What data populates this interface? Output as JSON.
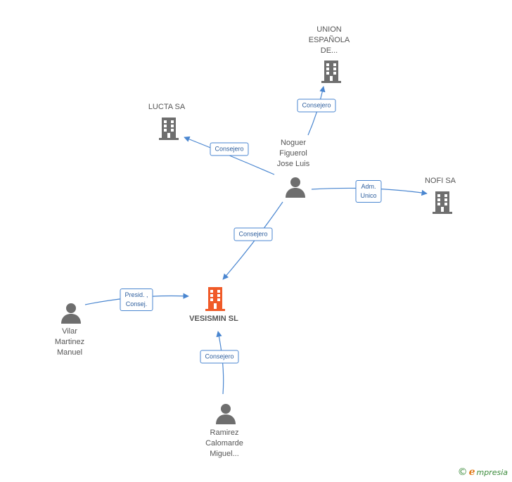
{
  "colors": {
    "edge": "#4a86d0",
    "entity_gray": "#6e6e6e",
    "entity_main": "#f05a28",
    "person": "#6e6e6e"
  },
  "nodes": {
    "vesismin": {
      "label": "VESISMIN SL",
      "icon": "building-icon"
    },
    "union": {
      "lines": [
        "UNION",
        "ESPAÑOLA",
        "DE..."
      ],
      "icon": "building-icon"
    },
    "lucta": {
      "lines": [
        "LUCTA SA"
      ],
      "icon": "building-icon"
    },
    "nofi": {
      "lines": [
        "NOFI SA"
      ],
      "icon": "building-icon"
    },
    "noguer": {
      "lines": [
        "Noguer",
        "Figuerol",
        "Jose Luis"
      ],
      "icon": "person-icon"
    },
    "vilar": {
      "lines": [
        "Vilar",
        "Martinez",
        "Manuel"
      ],
      "icon": "person-icon"
    },
    "ramirez": {
      "lines": [
        "Ramirez",
        "Calomarde",
        "Miguel..."
      ],
      "icon": "person-icon"
    }
  },
  "edges": [
    {
      "from": "noguer",
      "to": "union",
      "label": [
        "Consejero"
      ]
    },
    {
      "from": "noguer",
      "to": "lucta",
      "label": [
        "Consejero"
      ]
    },
    {
      "from": "noguer",
      "to": "nofi",
      "label": [
        "Adm.",
        "Unico"
      ]
    },
    {
      "from": "noguer",
      "to": "vesismin",
      "label": [
        "Consejero"
      ]
    },
    {
      "from": "vilar",
      "to": "vesismin",
      "label": [
        "Presid. ,",
        "Consej."
      ]
    },
    {
      "from": "ramirez",
      "to": "vesismin",
      "label": [
        "Consejero"
      ]
    }
  ],
  "footer": {
    "copyright": "©",
    "brand_initial": "e",
    "brand_rest": "mpresia"
  }
}
